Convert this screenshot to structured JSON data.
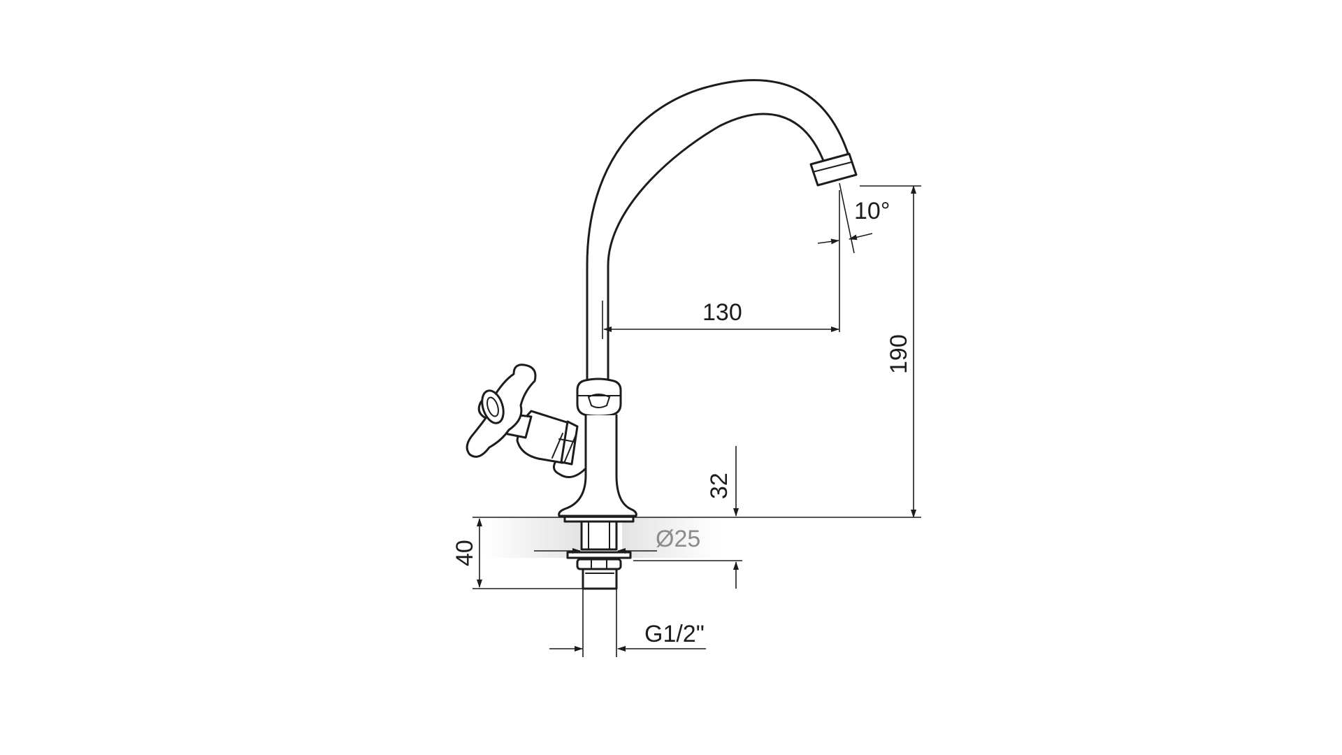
{
  "drawing": {
    "dimensions": {
      "angle": "10°",
      "reach": "130",
      "height": "190",
      "stem_height": "32",
      "shank_diameter": "Ø25",
      "mount_thickness": "40",
      "thread": "G1/2\""
    },
    "colors": {
      "line": "#1c1c1c",
      "grey_text": "#8c8c8c",
      "shade": "#e3e3e3"
    }
  }
}
